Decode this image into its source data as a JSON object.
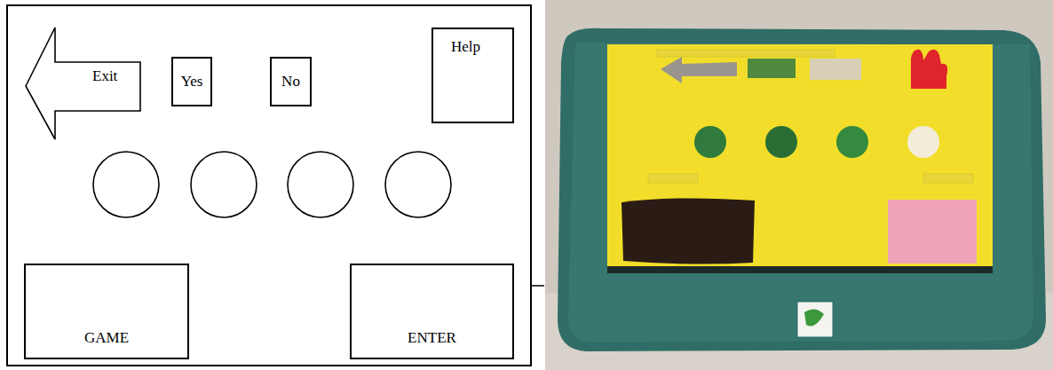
{
  "diagram": {
    "nodes": [
      {
        "text": [
          "Exit"
        ]
      },
      {
        "text": [
          "Yes"
        ]
      },
      {
        "text": [
          "No"
        ]
      },
      {
        "text": [
          "Help"
        ]
      },
      {
        "text": [
          "GAME"
        ]
      },
      {
        "text": [
          "ENTER"
        ]
      }
    ]
  }
}
